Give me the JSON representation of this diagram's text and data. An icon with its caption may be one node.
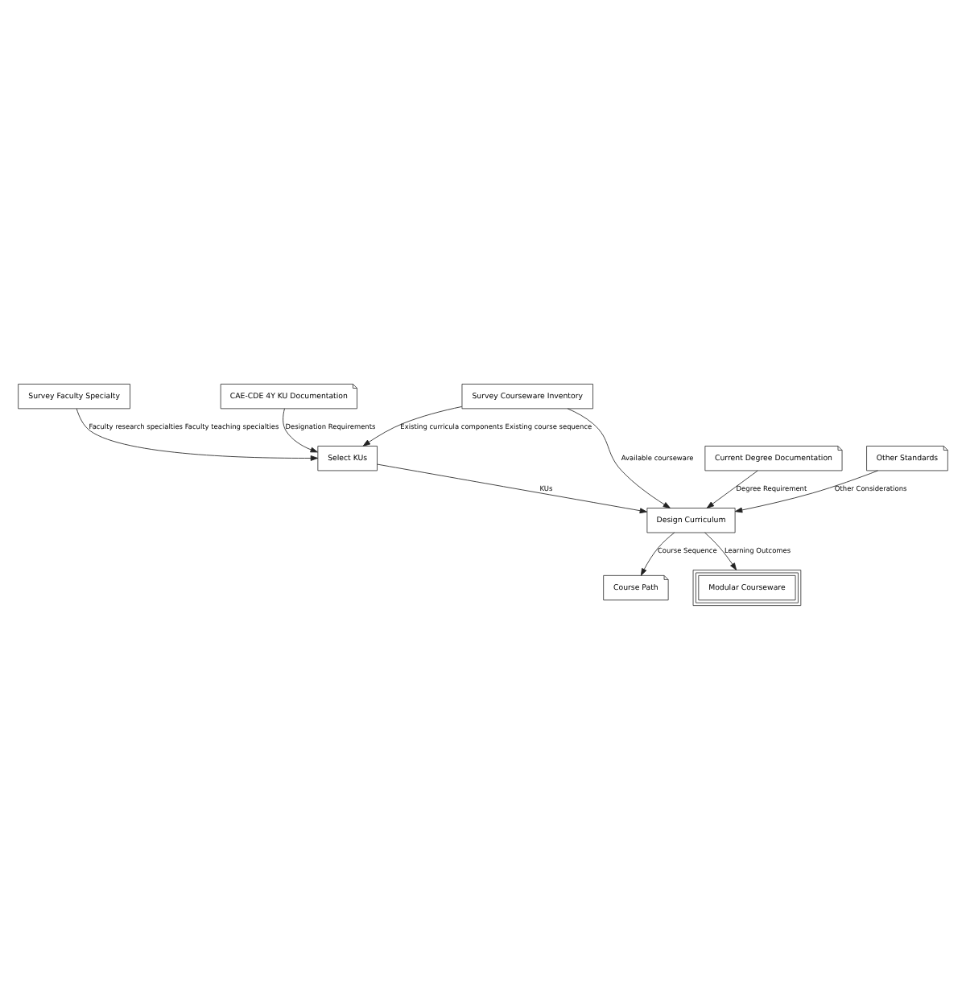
{
  "diagram": {
    "nodes": [
      {
        "text": [
          "Survey Faculty Specialty"
        ]
      },
      {
        "text": [
          "CAE-CDE 4Y KU Documentation"
        ]
      },
      {
        "text": [
          "Select KUs"
        ]
      },
      {
        "text": [
          "Survey Courseware Inventory"
        ]
      },
      {
        "text": [
          "Design Curriculum"
        ]
      },
      {
        "text": [
          "Course Path"
        ]
      },
      {
        "text": [
          "Modular Courseware"
        ]
      },
      {
        "text": [
          "Current Degree Documentation"
        ]
      },
      {
        "text": [
          "Other Standards"
        ]
      }
    ],
    "edges": [
      {
        "from": 0,
        "to": 2,
        "arrow": "to",
        "label": "Faculty research specialties Faculty teaching specialties"
      },
      {
        "from": 1,
        "to": 2,
        "arrow": "to",
        "label": "Designation Requirements"
      },
      {
        "from": 3,
        "to": 2,
        "arrow": "to",
        "label": "Existing curricula components Existing course sequence"
      },
      {
        "from": 3,
        "to": 4,
        "arrow": "to",
        "label": "Available courseware"
      },
      {
        "from": 2,
        "to": 4,
        "arrow": "to",
        "label": "KUs"
      },
      {
        "from": 4,
        "to": 5,
        "arrow": "to",
        "label": "Course Sequence"
      },
      {
        "from": 4,
        "to": 6,
        "arrow": "to",
        "label": "Learning Outcomes"
      },
      {
        "from": 7,
        "to": 4,
        "arrow": "to",
        "label": "Degree Requirement"
      },
      {
        "from": 8,
        "to": 4,
        "arrow": "to",
        "label": "Other Considerations"
      }
    ]
  }
}
